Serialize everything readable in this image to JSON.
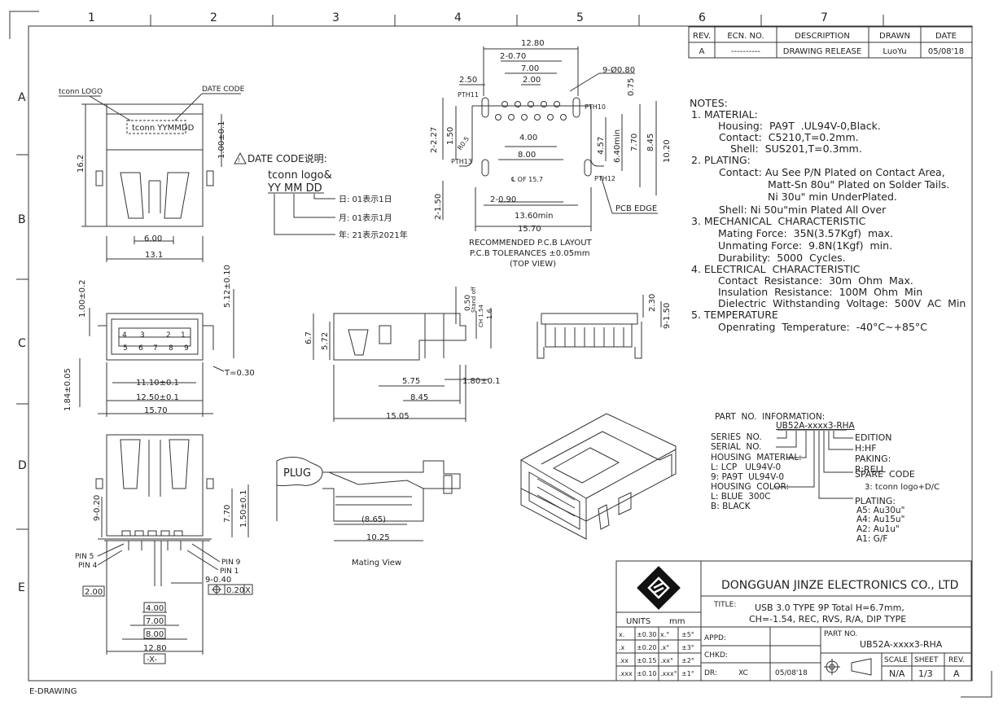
{
  "frame": {
    "columns": [
      "1",
      "2",
      "3",
      "4",
      "5",
      "6",
      "7"
    ],
    "rows": [
      "A",
      "B",
      "C",
      "D",
      "E"
    ],
    "footer_label": "E-DRAWING"
  },
  "revision_table": {
    "headers": [
      "REV.",
      "ECN. NO.",
      "DESCRIPTION",
      "DRAWN",
      "DATE"
    ],
    "row": [
      "A",
      "----------",
      "DRAWING RELEASE",
      "LuoYu",
      "05/08'18"
    ]
  },
  "notes": {
    "heading": "NOTES:",
    "lines": [
      "1. MATERIAL:",
      "Housing:  PA9T  .UL94V-0,Black.",
      "Contact:  C5210,T=0.2mm.",
      "Shell:  SUS201,T=0.3mm.",
      "2. PLATING:",
      "Contact: Au See P/N Plated on Contact Area,",
      "Matt-Sn 80u\" Plated on Solder Tails.",
      "Ni 30u\" min UnderPlated.",
      "Shell: Ni 50u\"min Plated All Over",
      "3. MECHANICAL  CHARACTERISTIC",
      "Mating Force:  35N(3.57Kgf)  max.",
      "Unmating Force:  9.8N(1Kgf)  min.",
      "Durability:  5000  Cycles.",
      "4. ELECTRICAL  CHARACTERISTIC",
      "Contact  Resistance:  30m  Ohm  Max.",
      "Insulation  Resistance:  100M  Ohm  Min",
      "Dielectric  Withstanding  Voltage:  500V  AC  Min",
      "5. TEMPERATURE",
      "Openrating  Temperature:  -40°C~+85°C"
    ]
  },
  "front_view": {
    "logo_label": "tconn LOGO",
    "date_code_label": "DATE CODE",
    "marking": "tconn YYMMDD",
    "dims": [
      "16.2",
      "1.00±0.1",
      "6.00",
      "13.1"
    ]
  },
  "date_code_legend": {
    "title": "DATE  CODE说明:",
    "line1": "tconn  logo&",
    "line2": "YY MM DD",
    "day": "日: 01表示1日",
    "month": "月: 01表示1月",
    "year": "年: 21表示2021年"
  },
  "pcb_layout": {
    "dims": [
      "12.80",
      "2-0.70",
      "7.00",
      "2.00",
      "2.50",
      "9-Ø0.80",
      "0.75",
      "PTH11",
      "PTH10",
      "2-2.27",
      "1.50",
      "R0.5",
      "4.00",
      "8.00",
      "4.57",
      "6.40min",
      "7.70",
      "8.45",
      "10.20",
      "PTH13",
      "PTH12",
      "℄ OF 15.7",
      "2-1.50",
      "2-0.90",
      "13.60min",
      "15.70"
    ],
    "pcb_edge": "PCB EDGE",
    "caption1": "RECOMMENDED  P.C.B  LAYOUT",
    "caption2": "P.C.B  TOLERANCES  ±0.05mm",
    "caption3": "(TOP  VIEW)"
  },
  "end_view": {
    "dims": [
      "1.00±0.2",
      "5.12±0.10",
      "T=0.30",
      "1.84±0.05",
      "11.10±0.1",
      "12.50±0.1",
      "15.70"
    ],
    "pins_top": [
      "4",
      "3",
      "2",
      "1"
    ],
    "pins_bottom": [
      "5",
      "6",
      "7",
      "8",
      "9"
    ]
  },
  "side_view": {
    "dims": [
      "6.7",
      "5.72",
      "0.50",
      "Stand off",
      "CH 1.54",
      "1.6",
      "5.75",
      "1.80±0.1",
      "8.45",
      "15.05"
    ]
  },
  "rear_view": {
    "dims": [
      "2.30",
      "9-1.50"
    ]
  },
  "mating_view": {
    "plug": "PLUG",
    "dims": [
      "(8.65)",
      "10.25"
    ],
    "caption": "Mating View"
  },
  "bottom_view": {
    "dims": [
      "9-0.20",
      "7.70",
      "1.50±0.1",
      "9-0.40",
      "0.20",
      "X",
      "2.00",
      "4.00",
      "7.00",
      "8.00",
      "12.80",
      "-X-"
    ],
    "pins": [
      "PIN 5",
      "PIN 4",
      "PIN 9",
      "PIN 1"
    ]
  },
  "part_number_info": {
    "title": "PART  NO.  INFORMATION:",
    "code": "UB52A-xxxx3-RHA",
    "left": [
      "SERIES  NO.",
      "SERIAL  NO.",
      "HOUSING  MATERIAL:",
      "L: LCP   UL94V-0",
      "9: PA9T  UL94V-0",
      "HOUSING  COLOR:",
      "L: BLUE  300C",
      "B: BLACK"
    ],
    "right": [
      "EDITION",
      "H:HF",
      "PAKING:",
      "R:RELL",
      "SPARE  CODE",
      "3: tconn logo+D/C",
      "PLATING:",
      "A5: Au30u\"",
      "A4: Au15u\"",
      "A2: Au1u\"",
      "A1: G/F"
    ]
  },
  "title_block": {
    "company": "DONGGUAN  JINZE  ELECTRONICS  CO.,  LTD",
    "title_label": "TITLE:",
    "title_line1": "USB  3.0  TYPE  9P  Total  H=6.7mm,",
    "title_line2": "CH=-1.54,  REC,  RVS,  R/A,  DIP  TYPE",
    "units_label": "UNITS",
    "units_value": "mm",
    "tolerances": [
      [
        "x.",
        "±0.30",
        "x.°",
        "±5°"
      ],
      [
        ".x",
        "±0.20",
        ".x°",
        "±3°"
      ],
      [
        ".xx",
        "±0.15",
        ".xx°",
        "±2°"
      ],
      [
        ".xxx",
        "±0.10",
        ".xxx°",
        "±1°"
      ]
    ],
    "appd": "APPD:",
    "chkd": "CHKD:",
    "dr": "DR:",
    "dr_name": "XC",
    "dr_date": "05/08'18",
    "part_no_label": "PART  NO.",
    "part_no": "UB52A-xxxx3-RHA",
    "scale_label": "SCALE",
    "sheet_label": "SHEET",
    "rev_label": "REV.",
    "scale": "N/A",
    "sheet": "1/3",
    "rev": "A"
  }
}
